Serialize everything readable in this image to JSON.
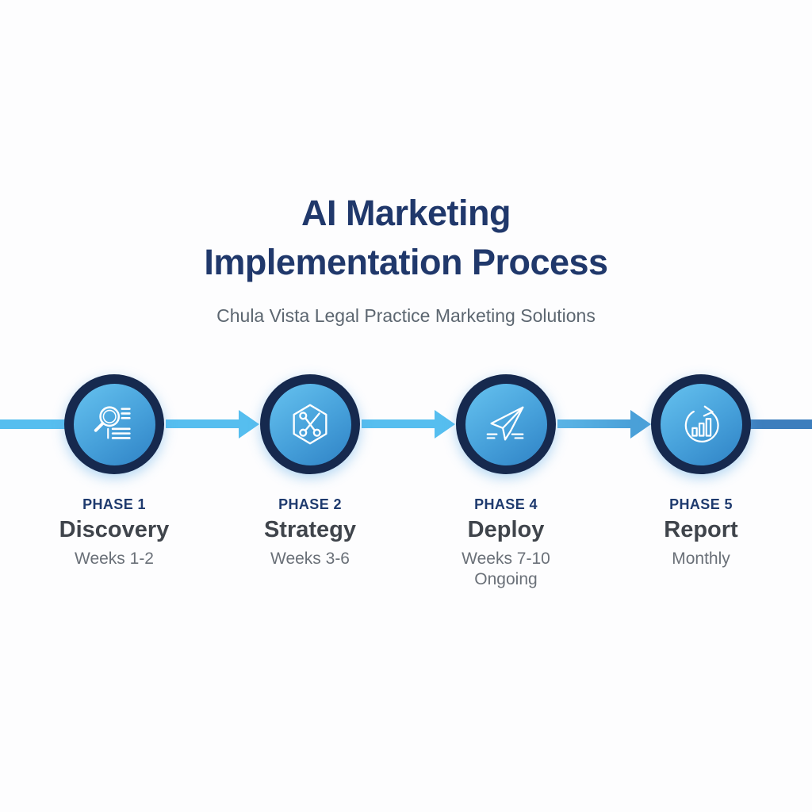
{
  "page": {
    "background_color": "#FDFDFE"
  },
  "header": {
    "title_line1": "AI Marketing",
    "title_line2": "Implementation Process",
    "subtitle": "Chula Vista Legal Practice Marketing Solutions",
    "title_color": "#20386B",
    "subtitle_color": "#5C6670"
  },
  "timeline": {
    "colors": {
      "node_ring": "#16294E",
      "node_fill_start": "#66C2EF",
      "node_fill_end": "#2F82C5",
      "connector_light": "#56BEEF",
      "connector_medium": "#4AA0D8",
      "connector_dark": "#3D7EBD",
      "phase_label": "#1E3A6E",
      "phase_name": "#3F444B",
      "duration_text": "#6A7078"
    },
    "phases": [
      {
        "phase_label": "PHASE 1",
        "name": "Discovery",
        "duration": "Weeks 1-2",
        "duration2": "",
        "icon": "magnifier-analysis-icon"
      },
      {
        "phase_label": "PHASE 2",
        "name": "Strategy",
        "duration": "Weeks 3-6",
        "duration2": "",
        "icon": "hexagon-network-icon"
      },
      {
        "phase_label": "PHASE 4",
        "name": "Deploy",
        "duration": "Weeks 7-10",
        "duration2": "Ongoing",
        "icon": "paper-plane-icon"
      },
      {
        "phase_label": "PHASE 5",
        "name": "Report",
        "duration": "Monthly",
        "duration2": "",
        "icon": "chart-cycle-icon"
      }
    ]
  }
}
